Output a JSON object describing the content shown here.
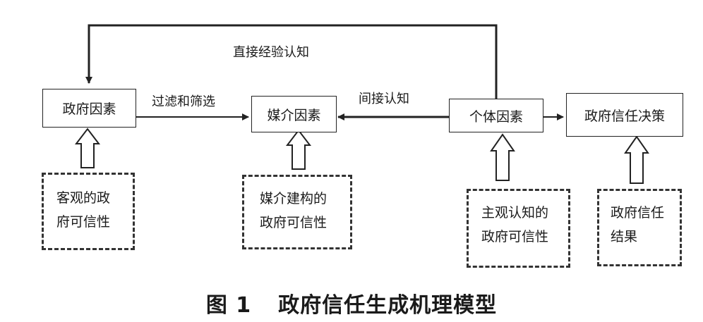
{
  "nodes": {
    "gov_factor": "政府因素",
    "media_factor": "媒介因素",
    "individual_factor": "个体因素",
    "gov_trust_decision": "政府信任决策"
  },
  "inputs": {
    "objective_line1": "客观的政",
    "objective_line2": "府可信性",
    "media_line1": "媒介建构的",
    "media_line2": "政府可信性",
    "subjective_line1": "主观认知的",
    "subjective_line2": "政府可信性",
    "result_line1": "政府信任",
    "result_line2": "结果"
  },
  "edges": {
    "direct": "直接经验认知",
    "filter": "过滤和筛选",
    "indirect": "间接认知"
  },
  "caption": {
    "figure_no": "图 1",
    "title": "政府信任生成机理模型"
  }
}
